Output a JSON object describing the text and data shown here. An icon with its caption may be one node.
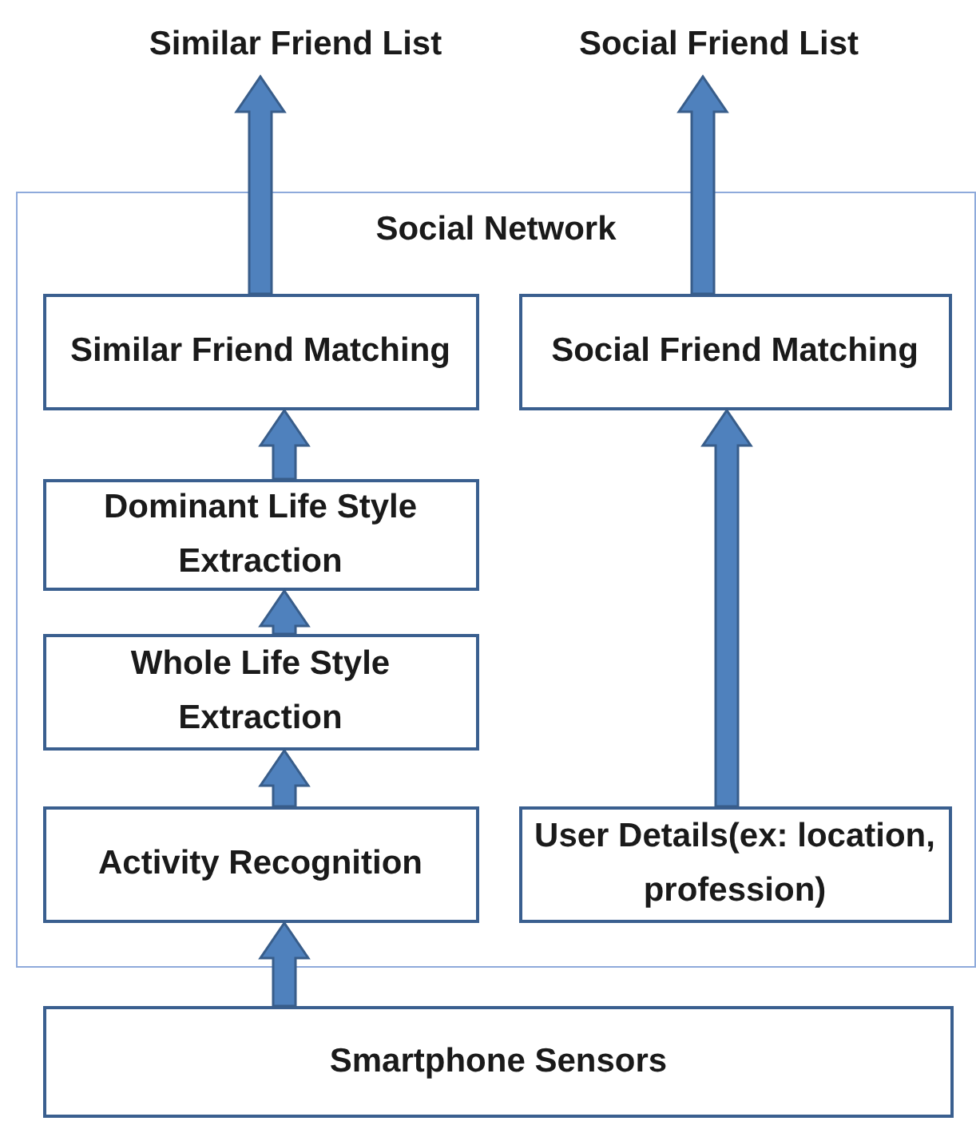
{
  "diagram": {
    "nodes": [
      {
        "text": [
          "Similar Friend List"
        ]
      },
      {
        "text": [
          "Social Friend List"
        ]
      },
      {
        "text": [
          "Social Network"
        ]
      },
      {
        "text": [
          "Similar Friend Matching"
        ],
        "in": 2
      },
      {
        "text": [
          "Social  Friend Matching"
        ],
        "in": 2
      },
      {
        "text": [
          "Dominant Life Style Extraction"
        ],
        "in": 2
      },
      {
        "text": [
          "Whole Life Style Extraction"
        ],
        "in": 2
      },
      {
        "text": [
          "Activity Recognition"
        ],
        "in": 2
      },
      {
        "text": [
          "User Details(ex: location, profession)"
        ],
        "in": 2
      },
      {
        "text": [
          "Smartphone Sensors"
        ]
      }
    ],
    "edges": [
      {
        "from": 9,
        "to": 7,
        "arrow": "to"
      },
      {
        "from": 7,
        "to": 6,
        "arrow": "to"
      },
      {
        "from": 6,
        "to": 5,
        "arrow": "to"
      },
      {
        "from": 5,
        "to": 3,
        "arrow": "to"
      },
      {
        "from": 3,
        "to": 0,
        "arrow": "to"
      },
      {
        "from": 8,
        "to": 4,
        "arrow": "to"
      },
      {
        "from": 4,
        "to": 1,
        "arrow": "to"
      }
    ]
  }
}
